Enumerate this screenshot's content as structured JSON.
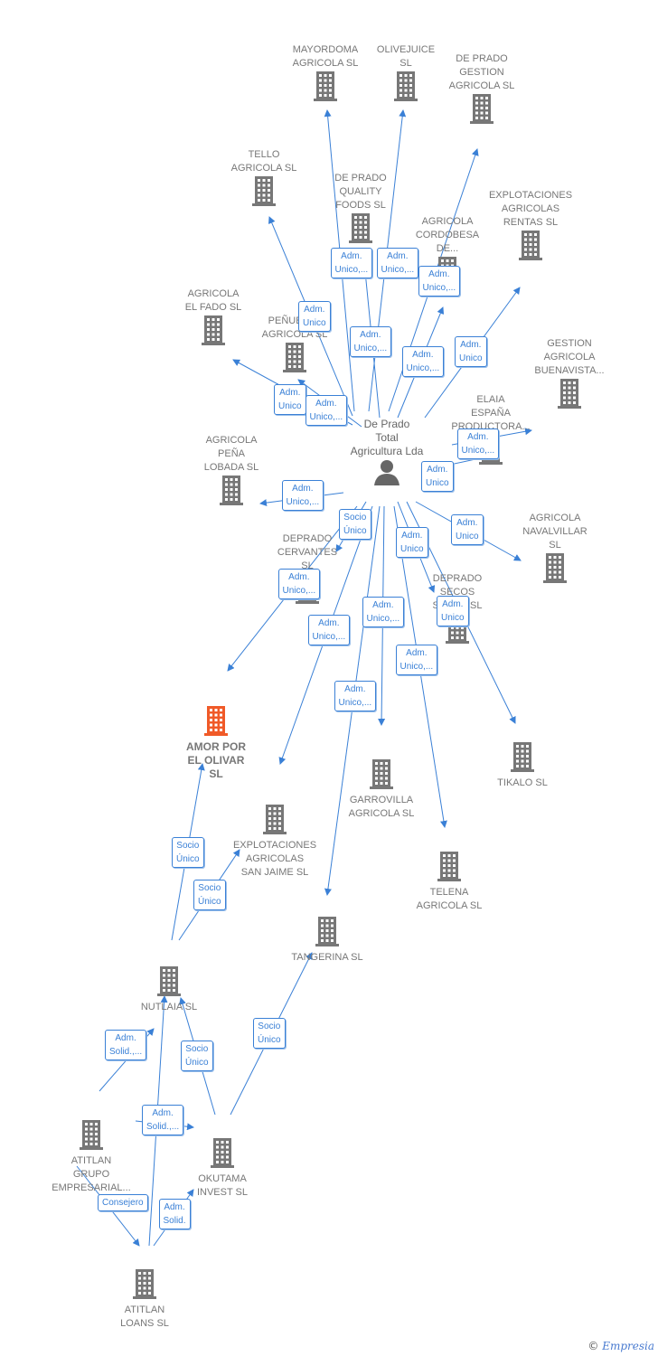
{
  "colors": {
    "edge": "#3a80d6",
    "building": "#777777",
    "highlight": "#f05a28",
    "person": "#666666"
  },
  "center": {
    "label": "De Prado\nTotal\nAgricultura Lda",
    "icon": "person-icon"
  },
  "nodes": [
    {
      "id": "mayordoma",
      "label": "MAYORDOMA\nAGRICOLA  SL",
      "icon": "building-icon"
    },
    {
      "id": "olivejuice",
      "label": "OLIVEJUICE\nSL",
      "icon": "building-icon"
    },
    {
      "id": "deprado_gestion",
      "label": "DE PRADO\nGESTION\nAGRICOLA  SL",
      "icon": "building-icon"
    },
    {
      "id": "tello",
      "label": "TELLO\nAGRICOLA  SL",
      "icon": "building-icon"
    },
    {
      "id": "deprado_quality",
      "label": "DE PRADO\nQUALITY\nFOODS  SL",
      "icon": "building-icon"
    },
    {
      "id": "agricola_cordobesa",
      "label": "AGRICOLA\nCORDOBESA\nDE...",
      "icon": "building-icon"
    },
    {
      "id": "explot_rentas",
      "label": "EXPLOTACIONES\nAGRICOLAS\nRENTAS  SL",
      "icon": "building-icon"
    },
    {
      "id": "el_fado",
      "label": "AGRICOLA\nEL FADO  SL",
      "icon": "building-icon"
    },
    {
      "id": "penuelas",
      "label": "PEÑUELAS\nAGRICOLA  SL",
      "icon": "building-icon"
    },
    {
      "id": "buenavista",
      "label": "GESTION\nAGRICOLA\nBUENAVISTA...",
      "icon": "building-icon"
    },
    {
      "id": "elaia",
      "label": "ELAIA\nESPAÑA\nPRODUCTORA...",
      "icon": "building-icon"
    },
    {
      "id": "pena_lobada",
      "label": "AGRICOLA\nPEÑA\nLOBADA  SL",
      "icon": "building-icon"
    },
    {
      "id": "deprado_cervantes",
      "label": "DEPRADO\nCERVANTES\nSL",
      "icon": "building-icon"
    },
    {
      "id": "navalvillar",
      "label": "AGRICOLA\nNAVALVILLAR\nSL",
      "icon": "building-icon"
    },
    {
      "id": "deprado_secos",
      "label": "DEPRADO\nSECOS\nSECOS  SL",
      "icon": "building-icon"
    },
    {
      "id": "amor",
      "label": "AMOR POR\nEL OLIVAR\nSL",
      "icon": "building-icon",
      "highlight": true
    },
    {
      "id": "tikalo",
      "label": "TIKALO SL",
      "icon": "building-icon"
    },
    {
      "id": "garrovilla",
      "label": "GARROVILLA\nAGRICOLA  SL",
      "icon": "building-icon"
    },
    {
      "id": "sanjaime",
      "label": "EXPLOTACIONES\nAGRICOLAS\nSAN JAIME  SL",
      "icon": "building-icon"
    },
    {
      "id": "telena",
      "label": "TELENA\nAGRICOLA  SL",
      "icon": "building-icon"
    },
    {
      "id": "tangerina",
      "label": "TANGERINA SL",
      "icon": "building-icon"
    },
    {
      "id": "nutlaia",
      "label": "NUTLAIA  SL",
      "icon": "building-icon"
    },
    {
      "id": "atitlan_grupo",
      "label": "ATITLAN\nGRUPO\nEMPRESARIAL...",
      "icon": "building-icon"
    },
    {
      "id": "okutama",
      "label": "OKUTAMA\nINVEST  SL",
      "icon": "building-icon"
    },
    {
      "id": "atitlan_loans",
      "label": "ATITLAN\nLOANS  SL",
      "icon": "building-icon"
    }
  ],
  "relations": [
    "Adm.\nUnico,...",
    "Adm.\nUnico,...",
    "Adm.\nUnico,...",
    "Adm.\nUnico",
    "Adm.\nUnico,...",
    "Adm.\nUnico,...",
    "Adm.\nUnico",
    "Adm.\nUnico",
    "Adm.\nUnico,...",
    "Adm.\nUnico,...",
    "Adm.\nUnico",
    "Adm.\nUnico,...",
    "Socio\nÚnico",
    "Adm.\nUnico",
    "Adm.\nUnico",
    "Adm.\nUnico,...",
    "Adm.\nUnico",
    "Adm.\nUnico,...",
    "Adm.\nUnico,...",
    "Adm.\nUnico,...",
    "Adm.\nUnico,...",
    "Socio\nÚnico",
    "Socio\nÚnico",
    "Adm.\nSolid.,...",
    "Socio\nÚnico",
    "Socio\nÚnico",
    "Adm.\nSolid.,...",
    "Consejero",
    "Adm.\nSolid."
  ],
  "footer": {
    "copyright": "©",
    "brand": "Empresia"
  }
}
